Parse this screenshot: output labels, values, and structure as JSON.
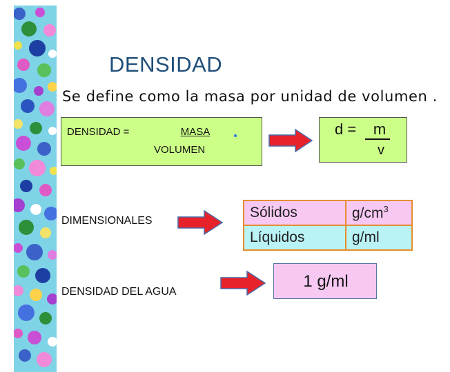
{
  "title": "DENSIDAD",
  "subtitle": "Se define como la masa por unidad de volumen .",
  "formula": {
    "label": "DENSIDAD =",
    "numerator": "MASA",
    "denominator": "VOLUMEN"
  },
  "symbolic": {
    "left": "d =",
    "numerator": "m",
    "denominator": "v"
  },
  "dimensionales_label": "DIMENSIONALES",
  "units_table": [
    {
      "state": "Sólidos",
      "unit": "g/cm",
      "sup": "3"
    },
    {
      "state": "Líquidos",
      "unit": "g/ml",
      "sup": ""
    }
  ],
  "agua": {
    "label": "DENSIDAD DEL AGUA",
    "value": "1 g/ml"
  },
  "colors": {
    "green_box": "#ccff88",
    "pink": "#f6c8f2",
    "cyan": "#b9f3f6",
    "arrow": "#e8222a",
    "table_border": "#e58d2e"
  }
}
